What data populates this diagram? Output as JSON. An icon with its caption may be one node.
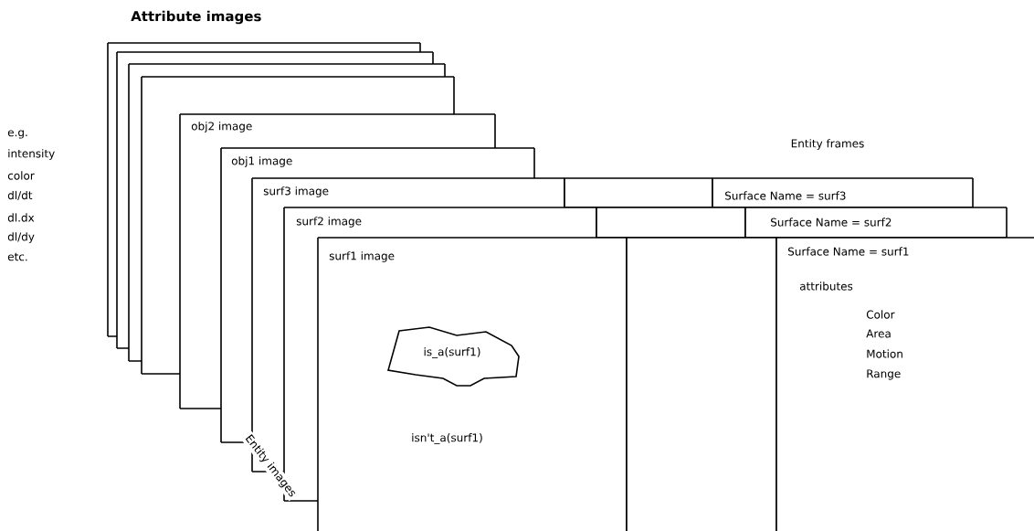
{
  "diagram": {
    "title": "Attribute images",
    "nodes": [
      {
        "text": [],
        "shape": "box"
      },
      {
        "text": [],
        "shape": "box"
      },
      {
        "text": [],
        "shape": "box"
      },
      {
        "text": [],
        "shape": "box"
      },
      {
        "text": [
          "obj2 image"
        ]
      },
      {
        "text": [
          "obj1 image"
        ]
      },
      {
        "text": [
          "surf3 image"
        ]
      },
      {
        "text": [],
        "shape": "box"
      },
      {
        "text": [
          "Surface Name = surf3"
        ]
      },
      {
        "text": [
          "surf2 image"
        ]
      },
      {
        "text": [],
        "shape": "box"
      },
      {
        "text": [
          "Surface Name = surf2"
        ]
      },
      {
        "text": [
          "surf1 image",
          "isn't_a(surf1)"
        ]
      },
      {
        "text": [
          "is_a(surf1)"
        ]
      },
      {
        "text": [],
        "shape": "box"
      },
      {
        "text": [
          "Surface Name = surf1",
          "attributes",
          "Color",
          "Area",
          "Motion",
          "Range"
        ]
      }
    ],
    "labels": [
      "e.g.",
      "intensity",
      "color",
      "dl/dt",
      "dl.dx",
      "dl/dy",
      "etc.",
      "Entity frames",
      "Entity images"
    ]
  }
}
